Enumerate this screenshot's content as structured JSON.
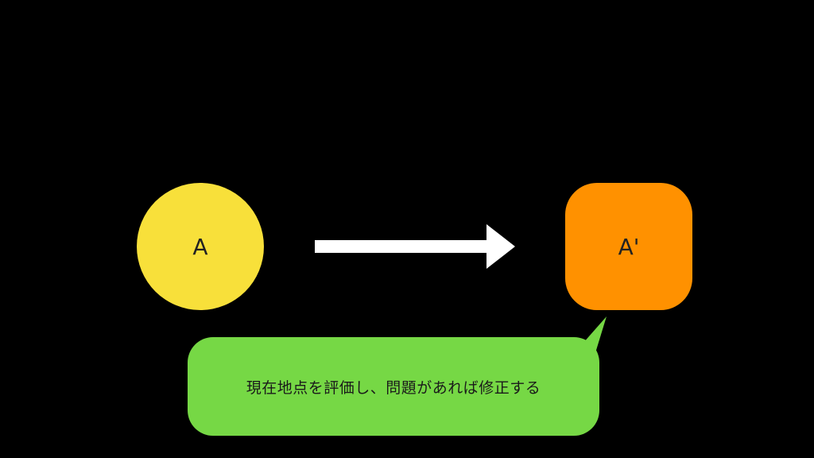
{
  "diagram": {
    "node_a": {
      "label": "A",
      "color": "#F8E03A",
      "shape": "circle"
    },
    "node_a_prime": {
      "label": "A'",
      "color": "#FF9100",
      "shape": "rounded-square"
    },
    "arrow": {
      "color": "#FFFFFF",
      "direction": "right"
    },
    "callout": {
      "text": "現在地点を評価し、問題があれば修正する",
      "color": "#76D845",
      "points_to": "node_a_prime"
    }
  }
}
